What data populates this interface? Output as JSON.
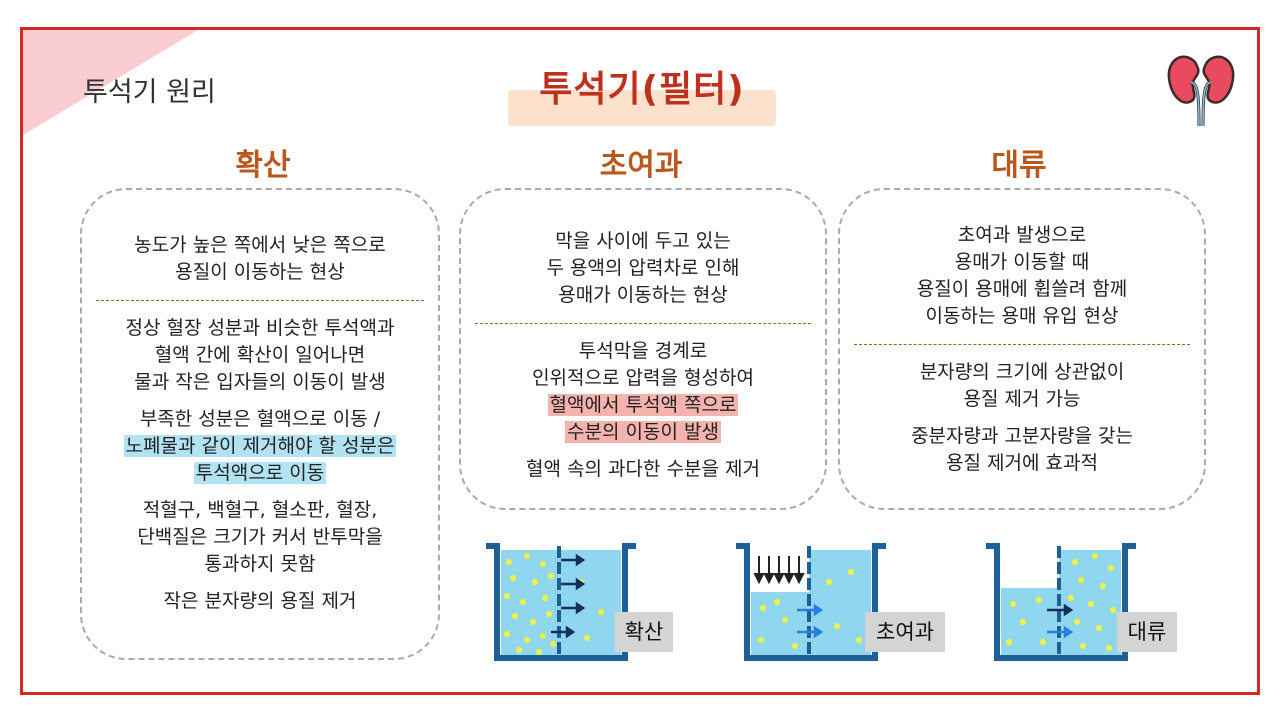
{
  "page_label": "투석기 원리",
  "title": "투석기(필터)",
  "columns": [
    {
      "title": "확산",
      "definition": [
        "농도가 높은 쪽에서 낮은 쪽으로",
        "용질이 이동하는 현상"
      ],
      "para1": [
        "정상 혈장 성분과 비슷한 투석액과",
        "혈액 간에 확산이 일어나면",
        "물과 작은 입자들의 이동이 발생"
      ],
      "para2_line1": "부족한 성분은 혈액으로 이동 /",
      "para2_hl": [
        "노폐물과 같이 제거해야 할 성분은",
        "투석액으로 이동"
      ],
      "para3": [
        "적혈구, 백혈구, 혈소판, 혈장,",
        "단백질은 크기가 커서 반투막을",
        "통과하지 못함"
      ],
      "para4": "작은 분자량의 용질 제거"
    },
    {
      "title": "초여과",
      "definition": [
        "막을 사이에 두고 있는",
        "두 용액의 압력차로 인해",
        "용매가 이동하는 현상"
      ],
      "para1": [
        "투석막을 경계로",
        "인위적으로 압력을 형성하여"
      ],
      "para1_hl": [
        "혈액에서 투석액 쪽으로",
        "수분의 이동이 발생"
      ],
      "para2": "혈액 속의 과다한 수분을 제거"
    },
    {
      "title": "대류",
      "definition": [
        "초여과 발생으로",
        "용매가 이동할 때",
        "용질이 용매에 휩쓸려 함께",
        "이동하는 용매 유입 현상"
      ],
      "para1": [
        "분자량의 크기에 상관없이",
        "용질 제거 가능"
      ],
      "para2": [
        "중분자량과 고분자량을 갖는",
        "용질 제거에 효과적"
      ]
    }
  ],
  "diagrams": [
    {
      "label": "확산"
    },
    {
      "label": "초여과"
    },
    {
      "label": "대류"
    }
  ],
  "colors": {
    "border": "#d42a24",
    "title": "#c0301e",
    "heading": "#b9581d",
    "water": "#8fd6ee",
    "vessel": "#1d5f96",
    "particle": "#f1f23c",
    "highlight_blue": "#b2e3f2",
    "highlight_red": "#f4b4ad"
  },
  "icons": [
    "kidney-icon"
  ]
}
